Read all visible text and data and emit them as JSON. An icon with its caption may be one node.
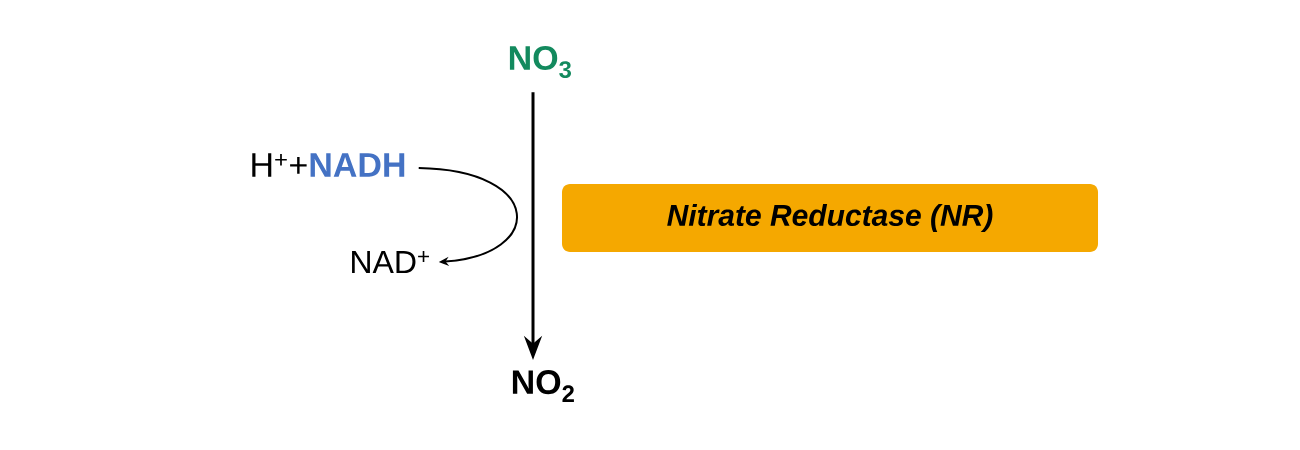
{
  "diagram": {
    "nodes": [
      {
        "text": [
          "NO$_{3}$"
        ]
      },
      {
        "text": [
          "NO$_{2}$"
        ]
      },
      {
        "text": [
          "H$^{+}$+",
          "NADH"
        ]
      },
      {
        "text": [
          "NAD$^{+}$"
        ]
      },
      {
        "text": [
          "Nitrate Reductase (NR)"
        ]
      }
    ],
    "edges": [
      {
        "from": 0,
        "to": 1,
        "arrow": "to"
      },
      {
        "from": 2,
        "to": 3,
        "arrow": "to"
      }
    ]
  }
}
